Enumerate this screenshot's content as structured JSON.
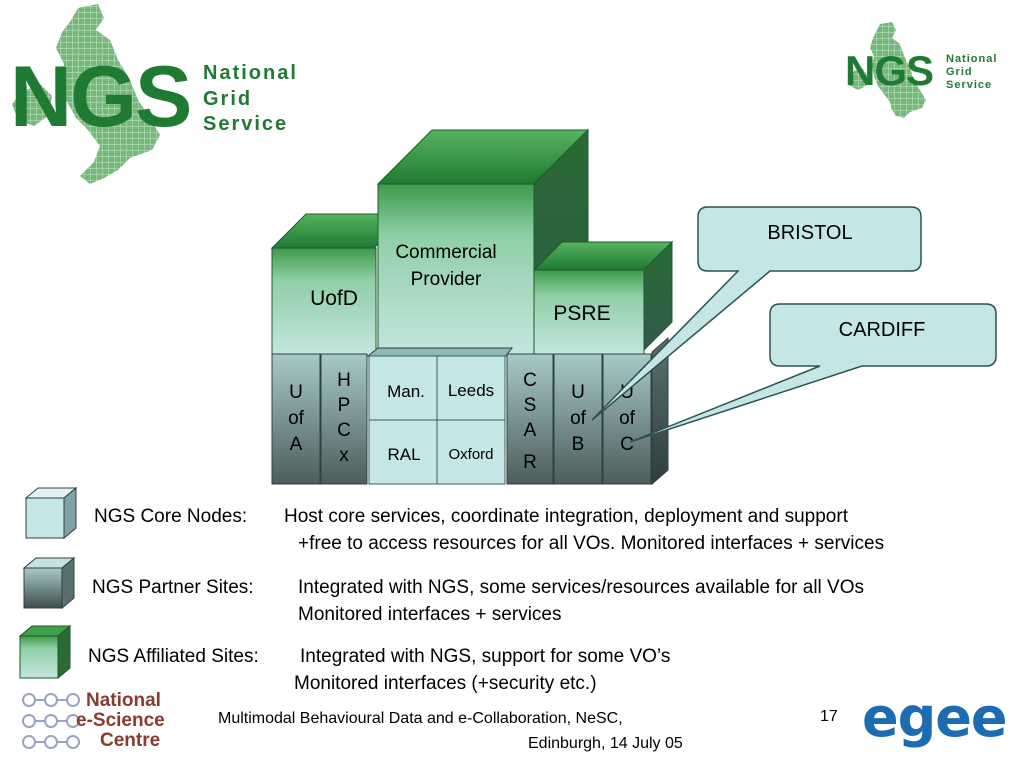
{
  "logo_large": {
    "abbr": "NGS",
    "line1": "National",
    "line2": "Grid",
    "line3": "Service"
  },
  "logo_small": {
    "abbr": "NGS",
    "line1": "National",
    "line2": "Grid",
    "line3": "Service"
  },
  "diagram": {
    "commercial_provider": [
      "Commercial",
      "Provider"
    ],
    "uofd": "UofD",
    "psre": "PSRE",
    "uofa": [
      "U",
      "of",
      "A"
    ],
    "hpcx": [
      "H",
      "P",
      "C",
      "x"
    ],
    "man": "Man.",
    "leeds": "Leeds",
    "ral": "RAL",
    "oxford": "Oxford",
    "csar": [
      "C",
      "S",
      "A",
      "R"
    ],
    "uofb": [
      "U",
      "of",
      "B"
    ],
    "uofc": [
      "U",
      "of",
      "C"
    ],
    "bristol": "BRISTOL",
    "cardiff": "CARDIFF"
  },
  "legend": {
    "core_label": "NGS Core Nodes:",
    "core_desc1": "Host core services, coordinate integration, deployment and support",
    "core_desc2": "+free to access resources for all VOs. Monitored interfaces + services",
    "partner_label": "NGS Partner Sites:",
    "partner_desc1": "Integrated with NGS, some services/resources available for all VOs",
    "partner_desc2": "Monitored interfaces + services",
    "affiliated_label": "NGS Affiliated Sites:",
    "affiliated_desc1": "Integrated with NGS, support for some VO’s",
    "affiliated_desc2": "Monitored interfaces (+security etc.)"
  },
  "footer": {
    "nesc_line1": "National",
    "nesc_line2": "e-Science",
    "nesc_line3": "Centre",
    "caption1": "Multimodal Behavioural Data and e-Collaboration, NeSC,",
    "caption2": "Edinburgh, 14 July 05",
    "page_number": "17",
    "egee": "egee"
  },
  "colors": {
    "green_dark": "#1f7a33",
    "green": "#3f9f4a",
    "light_cyan": "#bfe3e3",
    "cyan_border": "#2f5050",
    "gray_dark": "#4f5f5f",
    "egee_blue": "#1b6cb0",
    "egee_orange": "#f28a1e"
  }
}
